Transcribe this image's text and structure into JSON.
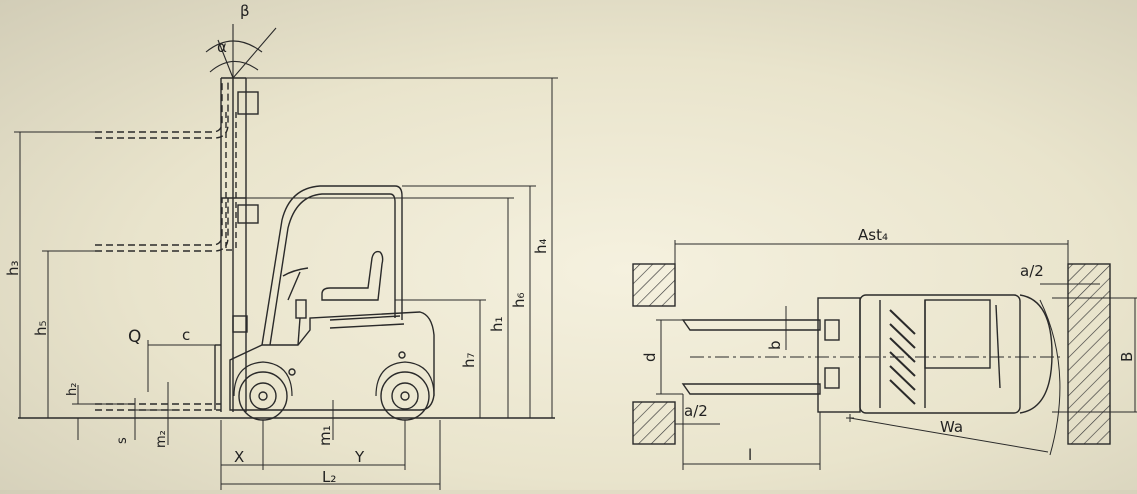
{
  "labels": {
    "alpha": "α",
    "beta": "β",
    "h3": "h₃",
    "h5": "h₅",
    "h2": "h₂",
    "s": "s",
    "m2": "m₂",
    "m1": "m₁",
    "Q": "Q",
    "c": "c",
    "h7": "h₇",
    "h1": "h₁",
    "h6": "h₆",
    "h4": "h₄",
    "X": "X",
    "Y": "Y",
    "L2": "L₂",
    "Ast4": "Ast₄",
    "a2_top": "a/2",
    "a2_bottom": "a/2",
    "b": "b",
    "d": "d",
    "B": "B",
    "Wa": "Wa",
    "l": "l"
  },
  "colors": {
    "line": "#2a2a2a",
    "hatch": "#3a3a3a",
    "background": "#efeadb"
  }
}
